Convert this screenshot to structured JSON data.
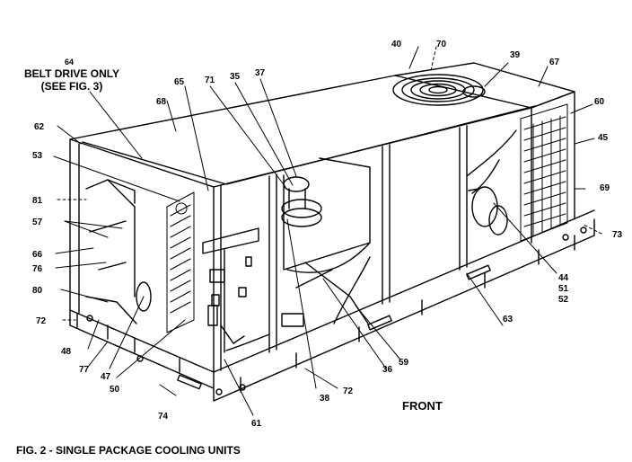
{
  "figure": {
    "caption": "FIG. 2 - SINGLE PACKAGE COOLING UNITS",
    "note_number": "64",
    "note_line1": "BELT DRIVE ONLY",
    "note_line2": "(SEE FIG. 3)",
    "front_label": "FRONT"
  },
  "callouts": {
    "c40": "40",
    "c70": "70",
    "c39": "39",
    "c67": "67",
    "c60": "60",
    "c45": "45",
    "c69": "69",
    "c73": "73",
    "c44": "44",
    "c51": "51",
    "c52": "52",
    "c63": "63",
    "c59": "59",
    "c36": "36",
    "c38": "38",
    "c72b": "72",
    "c61": "61",
    "c74": "74",
    "c50": "50",
    "c47": "47",
    "c77": "77",
    "c48": "48",
    "c72a": "72",
    "c80": "80",
    "c76": "76",
    "c66": "66",
    "c57": "57",
    "c81": "81",
    "c53": "53",
    "c62": "62",
    "c68": "68",
    "c65": "65",
    "c71": "71",
    "c35": "35",
    "c37": "37"
  }
}
